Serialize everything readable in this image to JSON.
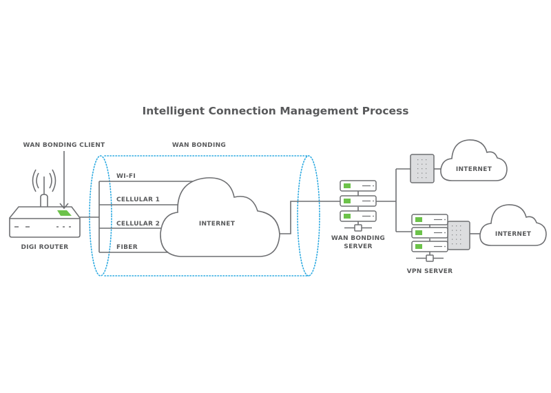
{
  "title": "Intelligent Connection Management Process",
  "labels": {
    "wan_bonding_client": "WAN BONDING CLIENT",
    "wan_bonding": "WAN BONDING",
    "digi_router": "DIGI ROUTER",
    "wan_bonding_server_line1": "WAN BONDING",
    "wan_bonding_server_line2": "SERVER",
    "vpn_server": "VPN SERVER"
  },
  "connections": [
    {
      "label": "WI-FI"
    },
    {
      "label": "CELLULAR 1"
    },
    {
      "label": "CELLULAR 2"
    },
    {
      "label": "FIBER"
    }
  ],
  "clouds": {
    "main": "INTERNET",
    "top_right": "INTERNET",
    "bottom_right": "INTERNET"
  },
  "colors": {
    "text": "#58595b",
    "line": "#6d6e71",
    "tunnel": "#29a8e0",
    "accent_green": "#6cc24a",
    "firewall_fill": "#dcdddf"
  }
}
